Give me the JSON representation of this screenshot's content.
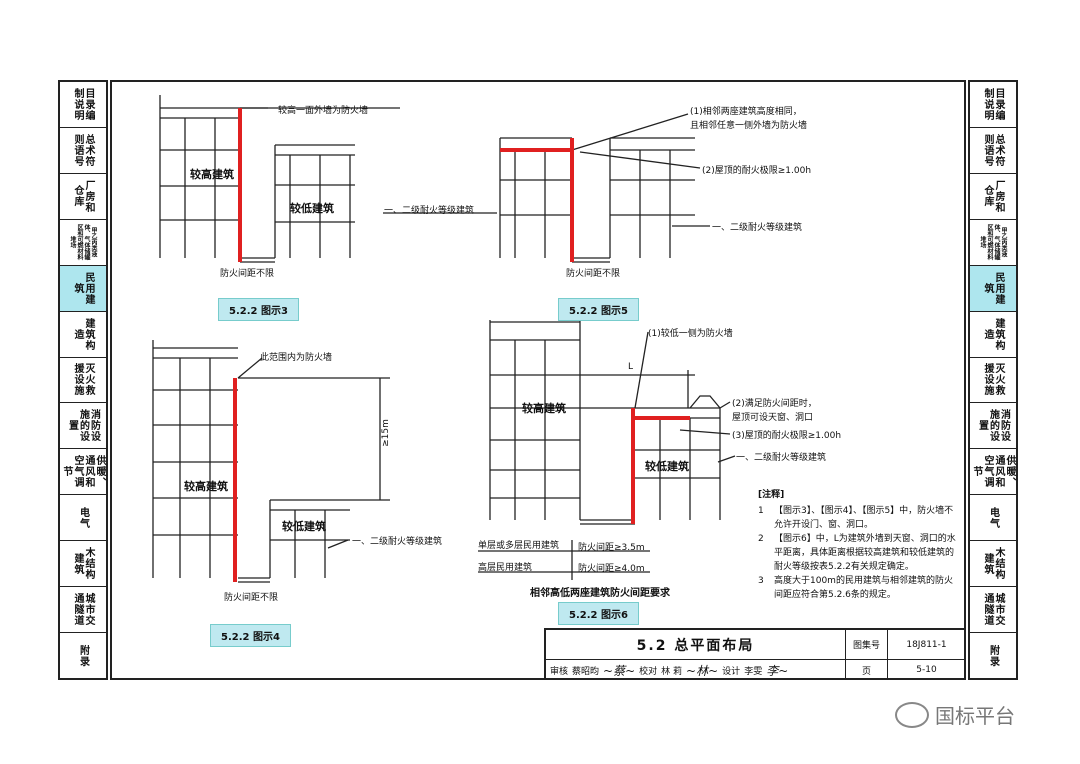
{
  "sidebar_left": [
    {
      "label": "目录编制说明"
    },
    {
      "label": "总术符则语号"
    },
    {
      "label": "厂房和仓库"
    },
    {
      "label": "甲乙丙类液体、气体储罐区和可燃材料堆场",
      "tiny": true
    },
    {
      "label": "民用建筑",
      "active": true
    },
    {
      "label": "建筑构造"
    },
    {
      "label": "灭火救援设施"
    },
    {
      "label": "消防设施的设置"
    },
    {
      "label": "供暖、通风和空气调节"
    },
    {
      "label": "电气"
    },
    {
      "label": "木结构建筑"
    },
    {
      "label": "城市交通隧道"
    },
    {
      "label": "附录"
    }
  ],
  "sidebar_right": [
    {
      "label": "目录编制说明"
    },
    {
      "label": "总术符则语号"
    },
    {
      "label": "厂房和仓库"
    },
    {
      "label": "甲乙丙类液体、气体储罐区和可燃材料堆场",
      "tiny": true
    },
    {
      "label": "民用建筑",
      "active": true
    },
    {
      "label": "建筑构造"
    },
    {
      "label": "灭火救援设施"
    },
    {
      "label": "消防设施的设置"
    },
    {
      "label": "供暖、通风和空气调节"
    },
    {
      "label": "电气"
    },
    {
      "label": "木结构建筑"
    },
    {
      "label": "城市交通隧道"
    },
    {
      "label": "附录"
    }
  ],
  "fig3": {
    "label": "5.2.2 图示3",
    "wall_note": "较高一面外墙为防火墙",
    "taller": "较高建筑",
    "lower": "较低建筑",
    "distance": "防火间距不限"
  },
  "fig5": {
    "label": "5.2.2 图示5",
    "note1_l1": "(1)相邻两座建筑高度相同，",
    "note1_l2": "且相邻任意一侧外墙为防火墙",
    "note2": "(2)屋顶的耐火极限≥1.00h",
    "grade_left": "一、二级耐火等级建筑",
    "grade_right": "一、二级耐火等级建筑",
    "distance": "防火间距不限"
  },
  "fig4": {
    "label": "5.2.2 图示4",
    "wall_note": "此范围内为防火墙",
    "height": "≥15m",
    "taller": "较高建筑",
    "lower": "较低建筑",
    "grade": "一、二级耐火等级建筑",
    "distance": "防火间距不限"
  },
  "fig6": {
    "label": "5.2.2 图示6",
    "note1": "(1)较低一侧为防火墙",
    "L": "L",
    "note2_l1": "(2)满足防火间距时，",
    "note2_l2": "屋顶可设天窗、洞口",
    "note3": "(3)屋顶的耐火极限≥1.00h",
    "taller": "较高建筑",
    "lower": "较低建筑",
    "grade": "一、二级耐火等级建筑",
    "row1": "单层或多层民用建筑",
    "row1_dist": "防火间距≥3.5m",
    "row2": "高层民用建筑",
    "row2_dist": "防火间距≥4.0m",
    "caption": "相邻高低两座建筑防火间距要求"
  },
  "notes": {
    "title": "[注释]",
    "items": [
      {
        "n": "1",
        "t": "【图示3】、【图示4】、【图示5】中，防火墙不允许开设门、窗、洞口。"
      },
      {
        "n": "2",
        "t": "【图示6】中，L为建筑外墙到天窗、洞口的水平距离，具体距离根据较高建筑和较低建筑的耐火等级按表5.2.2有关规定确定。"
      },
      {
        "n": "3",
        "t": "高度大于100m的民用建筑与相邻建筑的防火间距应符合第5.2.6条的规定。"
      }
    ]
  },
  "titleblock": {
    "title": "5.2 总平面布局",
    "atlas_label": "图集号",
    "atlas_no": "18J811-1",
    "review": "审核",
    "reviewer": "蔡昭昀",
    "check": "校对",
    "checker": "林 莉",
    "design": "设计",
    "designer": "李雯",
    "page_label": "页",
    "page_no": "5-10"
  },
  "watermark": "国标平台",
  "colors": {
    "firewall": "#e02020",
    "label_bg": "#bfe9f0",
    "active_bg": "#aee6ee"
  }
}
